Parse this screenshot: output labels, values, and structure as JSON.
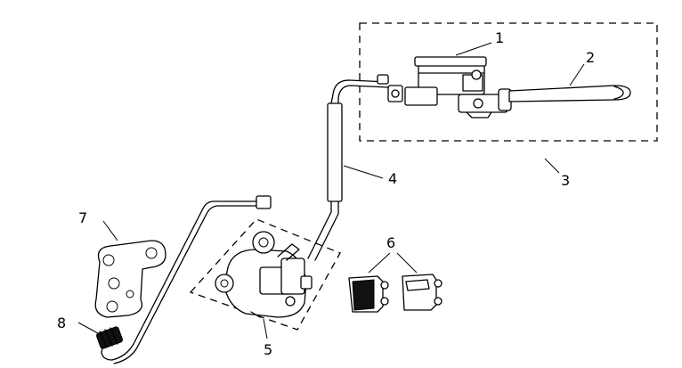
{
  "diagram": {
    "callouts": [
      {
        "id": "1",
        "text": "1"
      },
      {
        "id": "2",
        "text": "2"
      },
      {
        "id": "3",
        "text": "3"
      },
      {
        "id": "4",
        "text": "4"
      },
      {
        "id": "5",
        "text": "5"
      },
      {
        "id": "6",
        "text": "6"
      },
      {
        "id": "7",
        "text": "7"
      },
      {
        "id": "8",
        "text": "8"
      }
    ]
  },
  "colors": {
    "line": "#000000",
    "background": "#ffffff"
  }
}
